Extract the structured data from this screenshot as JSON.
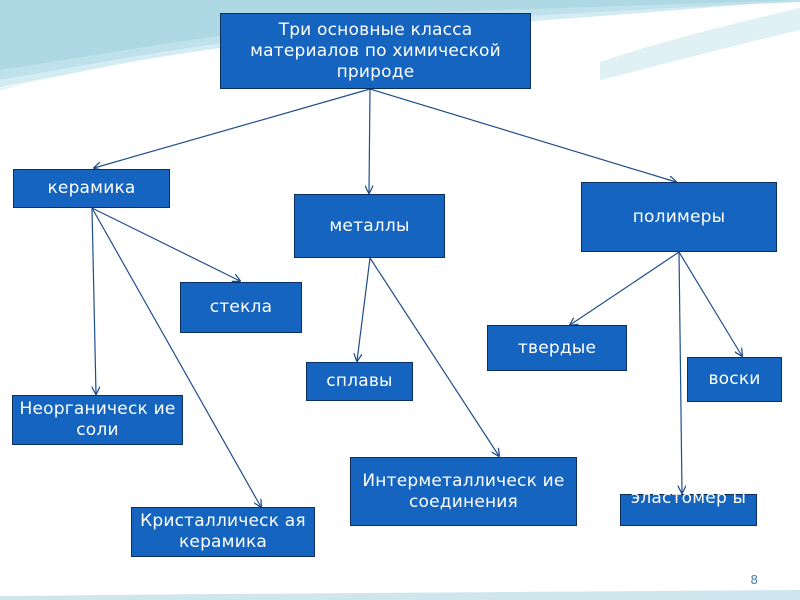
{
  "diagram": {
    "root": "Три основные класса материалов по химической природе",
    "categories": {
      "ceramics": "керамика",
      "metals": "металлы",
      "polymers": "полимеры"
    },
    "ceramics_children": {
      "glass": "стекла",
      "inorganic_salts": "Неорганическ ие соли",
      "crystalline_ceramics": "Кристаллическ ая керамика"
    },
    "metals_children": {
      "alloys": "сплавы",
      "intermetallic": "Интерметаллическ ие соединения"
    },
    "polymers_children": {
      "solid": "твердые",
      "waxes": "воски",
      "elastomers": "эластомер ы"
    }
  },
  "colors": {
    "box_fill": "#1565c0",
    "box_border": "#0b2f5e",
    "arrow": "#1f4e8c",
    "background_wave": "#b9dce8"
  },
  "page_number": "8"
}
